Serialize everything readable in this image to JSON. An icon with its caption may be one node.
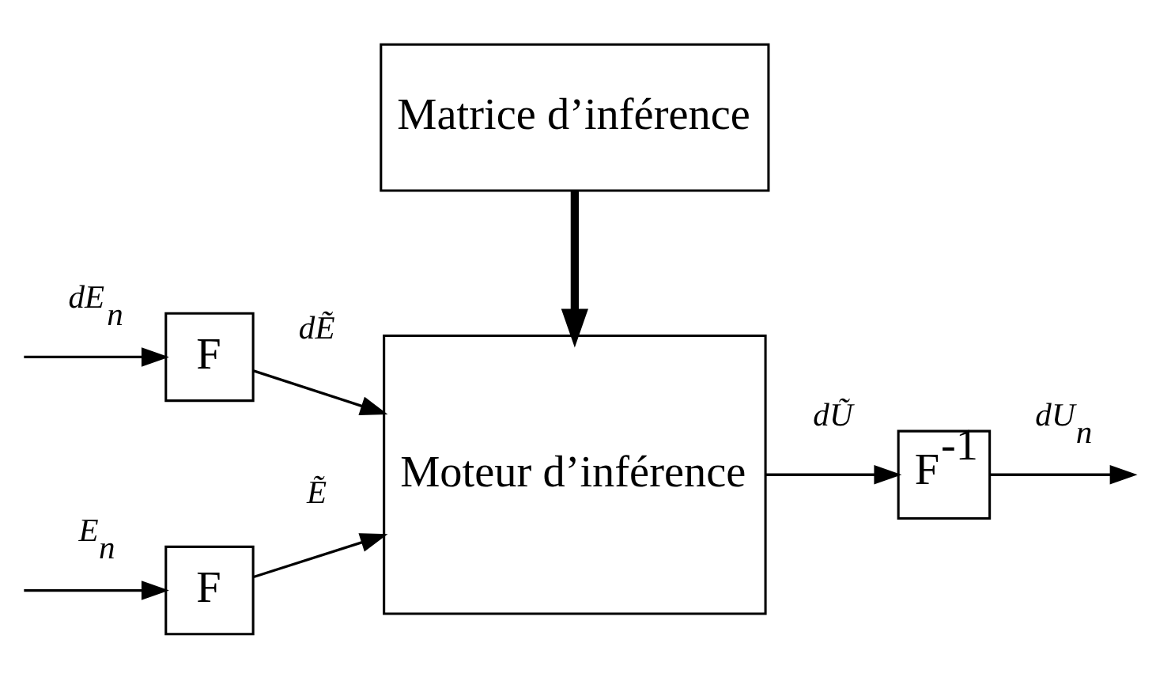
{
  "diagram": {
    "nodes": [
      {
        "text": [
          "F"
        ]
      },
      {
        "text": [
          "F"
        ]
      },
      {
        "text": [
          "Moteur d’inférence"
        ]
      },
      {
        "text": [
          "Matrice d’inférence"
        ]
      },
      {
        "text": [
          "F$^{-1}$"
        ]
      }
    ],
    "edges": [
      {
        "from": null,
        "to": 0,
        "arrow": "to",
        "label": "E$_{n}$"
      },
      {
        "from": 0,
        "to": 2,
        "arrow": "to",
        "label": "Ẽ"
      },
      {
        "from": null,
        "to": 1,
        "arrow": "to",
        "label": "dE$_{n}$"
      },
      {
        "from": 1,
        "to": 2,
        "arrow": "to",
        "label": "dẼ"
      },
      {
        "from": 2,
        "to": 4,
        "arrow": "to",
        "label": "dŨ"
      },
      {
        "from": 4,
        "to": null,
        "arrow": "to",
        "label": "dU$_{n}$"
      },
      {
        "from": 3,
        "to": 2,
        "arrow": "to",
        "style": "thick"
      }
    ]
  }
}
